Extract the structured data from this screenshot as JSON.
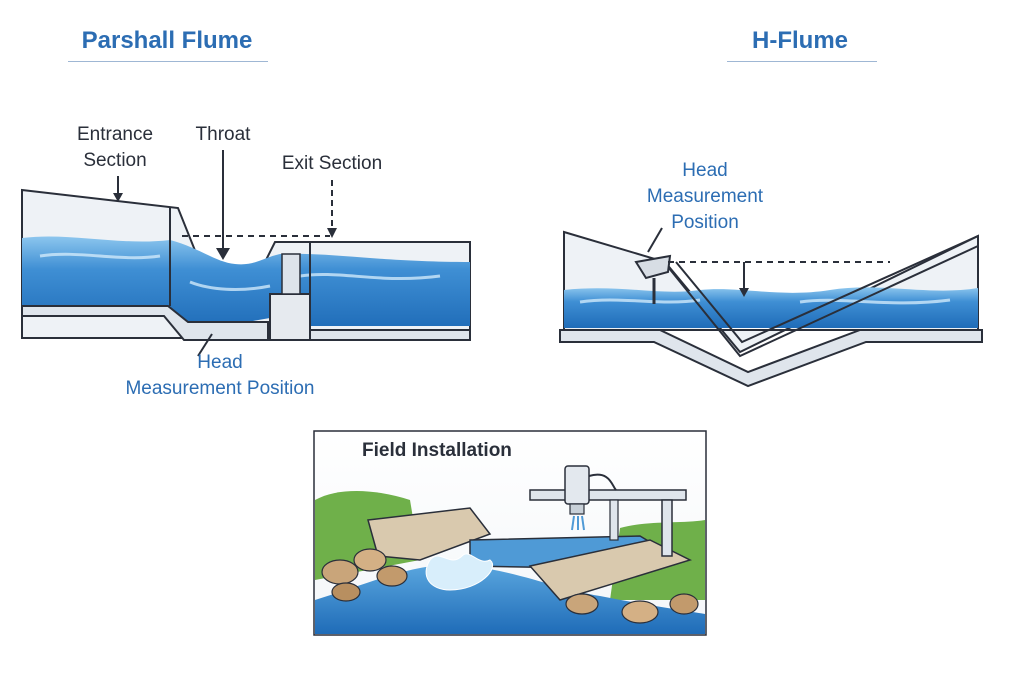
{
  "parshall": {
    "title": "Parshall Flume",
    "entrance_line1": "Entrance",
    "entrance_line2": "Section",
    "throat": "Throat",
    "exit": "Exit Section",
    "head_line1": "Head",
    "head_line2": "Measurement Position"
  },
  "hflume": {
    "title": "H-Flume",
    "head_line1": "Head",
    "head_line2": "Measurement",
    "head_line3": "Position"
  },
  "field": {
    "title": "Field Installation"
  },
  "colors": {
    "title_blue": "#2c6db3",
    "water_dark": "#2e7fc8",
    "water_light": "#7fbde8",
    "channel_fill": "#eef2f6",
    "outline": "#2a2f3a",
    "grass": "#6fb04a",
    "rock": "#c9a57a"
  }
}
